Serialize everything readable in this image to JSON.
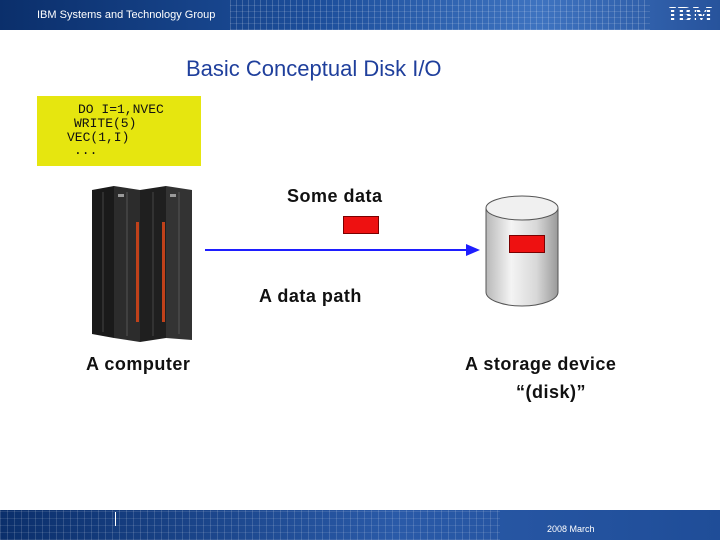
{
  "header": {
    "title": "IBM Systems and Technology Group",
    "logo": "IBM"
  },
  "slide": {
    "title": "Basic Conceptual Disk I/O"
  },
  "code": {
    "lines": [
      "DO I=1,NVEC",
      "WRITE(5)",
      "VEC(1,I)",
      "..."
    ]
  },
  "diagram": {
    "data_label": "Some data",
    "path_label": "A data path",
    "computer_label": "A computer",
    "storage_label_line1": "A storage device",
    "storage_label_line2": "“(disk)”"
  },
  "footer": {
    "date": "2008 March"
  },
  "colors": {
    "header_blue": "#1d4f9c",
    "title_blue": "#1f3f9c",
    "code_bg": "#e6e60f",
    "data_path_blue": "#1e1eff",
    "packet_red": "#ee1111"
  },
  "icons": [
    "ibm-logo",
    "computer-rack-icon",
    "disk-cylinder-icon",
    "arrow-right-icon"
  ]
}
